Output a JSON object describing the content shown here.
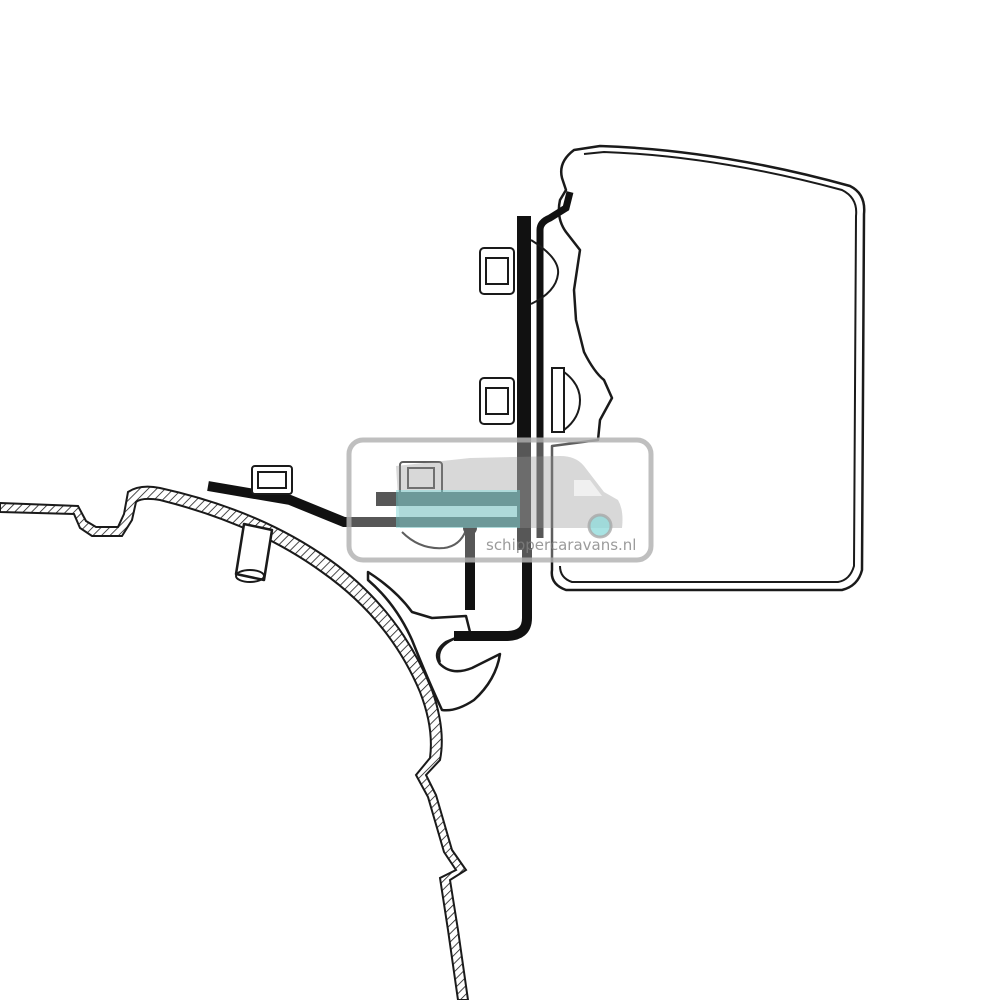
{
  "diagram": {
    "watermark": {
      "text": "schippercaravans.nl",
      "colors": {
        "frame": "#b5b5b5",
        "van_body": "#9a9a9a",
        "cab_accent": "#7fd6d6",
        "wheel_accent": "#7fd6d6"
      }
    },
    "parts": [
      "vehicle-roof-panel",
      "roof-gutter-rail",
      "awning-cassette",
      "mounting-bracket",
      "upper-bolt",
      "middle-bolt",
      "roof-bolt",
      "lower-clamp-nut",
      "clamp-hook"
    ]
  }
}
